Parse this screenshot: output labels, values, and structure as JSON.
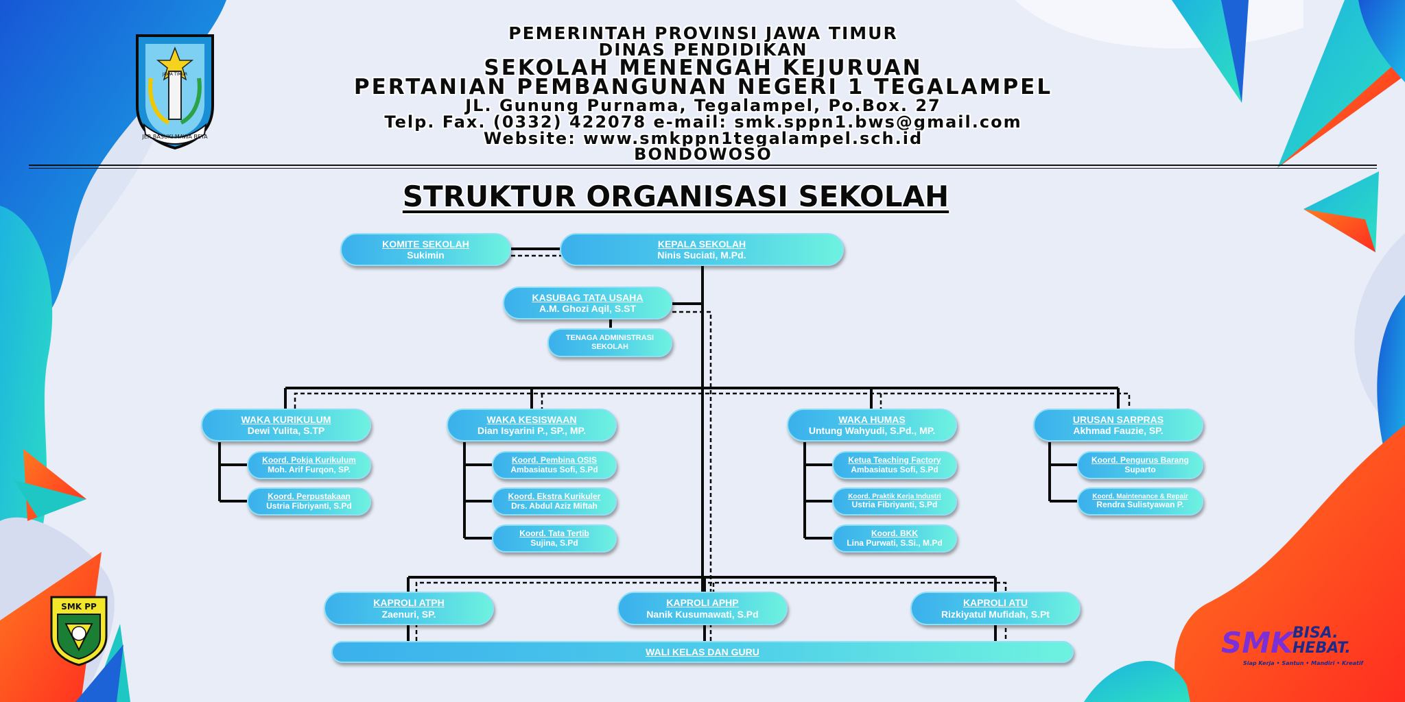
{
  "header": {
    "line1": "PEMERINTAH PROVINSI JAWA TIMUR",
    "line2": "DINAS PENDIDIKAN",
    "line3": "SEKOLAH MENENGAH KEJURUAN",
    "line4": "PERTANIAN PEMBANGUNAN NEGERI 1 TEGALAMPEL",
    "address": "JL. Gunung Purnama, Tegalampel, Po.Box. 27",
    "contact": "Telp. Fax. (0332) 422078 e-mail: smk.sppn1.bws@gmail.com",
    "website": "Website: www.smkppn1tegalampel.sch.id",
    "city": "BONDOWOSO"
  },
  "logos": {
    "left_top": {
      "text_top": "JAWA TIMUR",
      "motto": "JER BASUKI MAWA BEYA"
    },
    "left_bottom": {
      "text": "SMK PP"
    },
    "brand": {
      "smk": "SMK",
      "tag1": "BISA.",
      "tag2": "HEBAT.",
      "slogan": "Siap Kerja • Santun • Mandiri • Kreatif"
    }
  },
  "title": "STRUKTUR ORGANISASI SEKOLAH",
  "org": {
    "komite": {
      "role": "KOMITE SEKOLAH",
      "name": "Sukimin"
    },
    "kepala": {
      "role": "KEPALA SEKOLAH",
      "name": "Ninis Suciati, M.Pd."
    },
    "kasubag": {
      "role": "KASUBAG TATA USAHA",
      "name": "A.M. Ghozi Aqil, S.ST"
    },
    "tenaga": {
      "line1": "TENAGA ADMINISTRASI",
      "line2": "SEKOLAH"
    },
    "kurikulum": {
      "role": "WAKA KURIKULUM",
      "name": "Dewi Yulita, S.TP",
      "subs": [
        {
          "role": "Koord. Pokja Kurikulum",
          "name": "Moh. Arif Furqon, SP."
        },
        {
          "role": "Koord. Perpustakaan",
          "name": "Ustria Fibriyanti, S.Pd"
        }
      ]
    },
    "kesiswaan": {
      "role": "WAKA KESISWAAN",
      "name": "Dian Isyarini P., SP., MP.",
      "subs": [
        {
          "role": "Koord. Pembina OSIS",
          "name": "Ambasiatus Sofi, S.Pd"
        },
        {
          "role": "Koord. Ekstra Kurikuler",
          "name": "Drs. Abdul Aziz Miftah"
        },
        {
          "role": "Koord. Tata Tertib",
          "name": "Sujina, S.Pd"
        }
      ]
    },
    "humas": {
      "role": "WAKA HUMAS",
      "name": "Untung Wahyudi, S.Pd., MP.",
      "subs": [
        {
          "role": "Ketua Teaching Factory",
          "name": "Ambasiatus Sofi, S.Pd"
        },
        {
          "role": "Koord. Praktik Kerja Industri",
          "name": "Ustria Fibriyanti, S.Pd"
        },
        {
          "role": "Koord. BKK",
          "name": "Lina Purwati, S.Si., M.Pd"
        }
      ]
    },
    "sarpras": {
      "role": "URUSAN SARPRAS",
      "name": "Akhmad Fauzie, SP.",
      "subs": [
        {
          "role": "Koord. Pengurus Barang",
          "name": "Suparto"
        },
        {
          "role": "Koord. Maintenance & Repair",
          "name": "Rendra Sulistyawan P."
        }
      ]
    },
    "kaproli_atph": {
      "role": "KAPROLI ATPH",
      "name": "Zaenuri, SP."
    },
    "kaproli_aphp": {
      "role": "KAPROLI APHP",
      "name": "Nanik Kusumawati, S.Pd"
    },
    "kaproli_atu": {
      "role": "KAPROLI ATU",
      "name": "Rizkiyatul Mufidah, S.Pt"
    },
    "wali": "WALI KELAS DAN GURU"
  },
  "colors": {
    "box_start": "#3bb0ec",
    "box_end": "#6ef2df",
    "accent_orange": "#ff4a1c",
    "accent_teal": "#19c6c6",
    "accent_blue": "#1d63d8"
  }
}
